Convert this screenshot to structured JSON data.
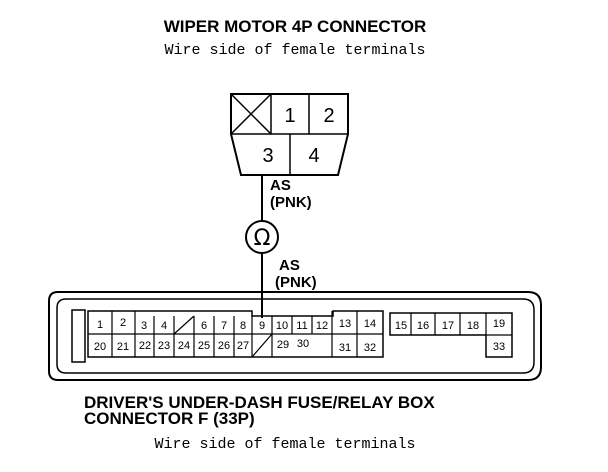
{
  "top_connector": {
    "title": "WIPER MOTOR 4P CONNECTOR",
    "subtitle": "Wire side of female terminals",
    "pins": {
      "p1": "1",
      "p2": "2",
      "p3": "3",
      "p4": "4"
    }
  },
  "wire": {
    "upper_label_line1": "AS",
    "upper_label_line2": "(PNK)",
    "lower_label_line1": "AS",
    "lower_label_line2": "(PNK)",
    "component_symbol": "Ω"
  },
  "bottom_connector": {
    "title_line1": "DRIVER'S UNDER-DASH FUSE/RELAY BOX",
    "title_line2": "CONNECTOR F (33P)",
    "subtitle": "Wire side of female terminals",
    "pins": {
      "p1": "1",
      "p2": "2",
      "p3": "3",
      "p4": "4",
      "p6": "6",
      "p7": "7",
      "p8": "8",
      "p9": "9",
      "p10": "10",
      "p11": "11",
      "p12": "12",
      "p13": "13",
      "p14": "14",
      "p15": "15",
      "p16": "16",
      "p17": "17",
      "p18": "18",
      "p19": "19",
      "p20": "20",
      "p21": "21",
      "p22": "22",
      "p23": "23",
      "p24": "24",
      "p25": "25",
      "p26": "26",
      "p27": "27",
      "p29": "29",
      "p30": "30",
      "p31": "31",
      "p32": "32",
      "p33": "33"
    }
  }
}
